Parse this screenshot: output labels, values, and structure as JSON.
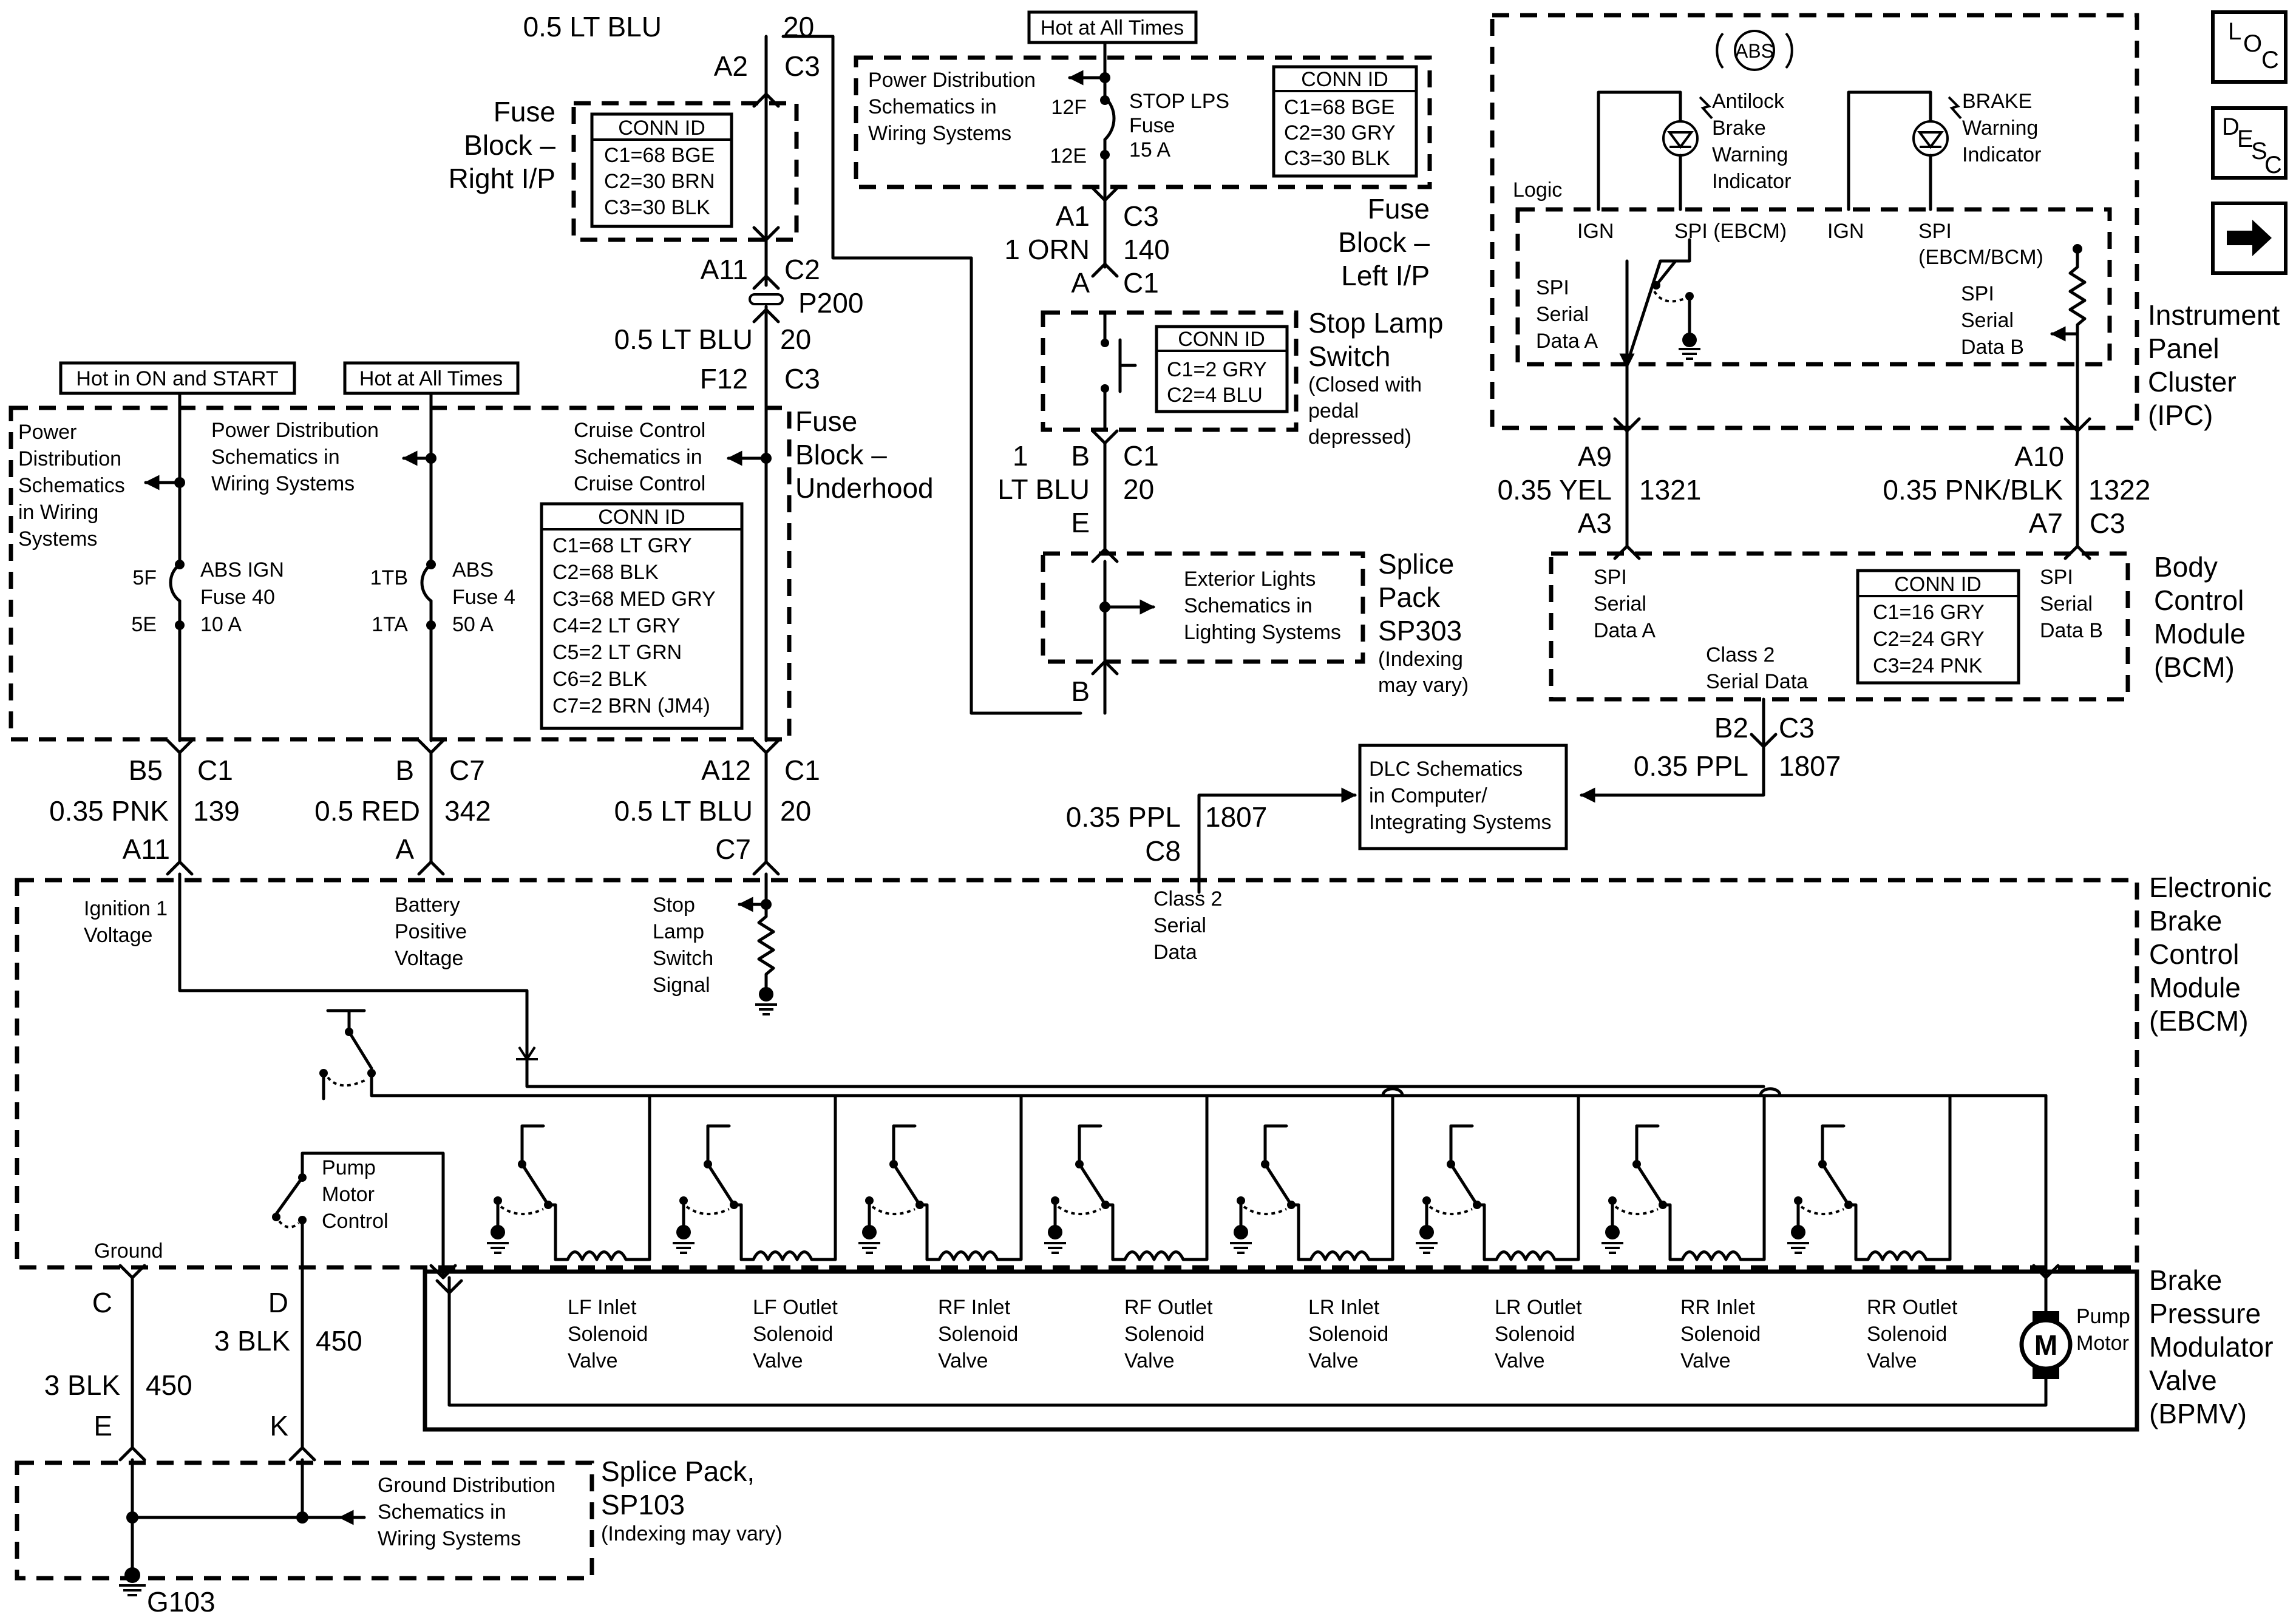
{
  "labels": {
    "wire_top": [
      "0.5 LT BLU",
      "20",
      "A2",
      "C3"
    ],
    "fuse_block_right": [
      "Fuse",
      "Block –",
      "Right I/P"
    ],
    "conn_right_ip": {
      "title": "CONN ID",
      "rows": [
        "C1=68 BGE",
        "C2=30 BRN",
        "C3=30 BLK"
      ]
    },
    "c2_pins": [
      "A11",
      "C2"
    ],
    "p200": "P200",
    "wire_f12": [
      "0.5 LT BLU",
      "20",
      "F12",
      "C3"
    ],
    "fuse_block_underhood": [
      "Fuse",
      "Block –",
      "Underhood"
    ],
    "hot_on_start": "Hot in ON and START",
    "hot_all_times_1": "Hot at All Times",
    "hot_all_times_2": "Hot at All Times",
    "pwr_dist_1": [
      "Power",
      "Distribution",
      "Schematics",
      "in Wiring",
      "Systems"
    ],
    "pwr_dist_2": [
      "Power Distribution",
      "Schematics in",
      "Wiring Systems"
    ],
    "pwr_dist_3": [
      "Power Distribution",
      "Schematics in",
      "Wiring Systems"
    ],
    "cruise_control": [
      "Cruise Control",
      "Schematics in",
      "Cruise Control"
    ],
    "conn_underhood": {
      "title": "CONN ID",
      "rows": [
        "C1=68 LT GRY",
        "C2=68 BLK",
        "C3=68 MED GRY",
        "C4=2 LT GRY",
        "C5=2 LT GRN",
        "C6=2 BLK",
        "C7=2 BRN (JM4)"
      ]
    },
    "fuse_abs_ign": {
      "pins": [
        "5F",
        "5E"
      ],
      "text": [
        "ABS IGN",
        "Fuse 40",
        "10 A"
      ]
    },
    "fuse_abs": {
      "pins": [
        "1TB",
        "1TA"
      ],
      "text": [
        "ABS",
        "Fuse 4",
        "50 A"
      ]
    },
    "stop_lps_fuse": {
      "pins": [
        "12F",
        "12E"
      ],
      "text": [
        "STOP LPS",
        "Fuse",
        "15 A"
      ]
    },
    "conn_left_ip": {
      "title": "CONN ID",
      "rows": [
        "C1=68 BGE",
        "C2=30 GRY",
        "C3=30 BLK"
      ]
    },
    "fuse_block_left": [
      "Fuse",
      "Block –",
      "Left I/P"
    ],
    "wire_orn": [
      "A1",
      "C3",
      "1 ORN",
      "140",
      "A",
      "C1"
    ],
    "stop_lamp_switch": [
      "Stop Lamp",
      "Switch"
    ],
    "stop_lamp_switch_note": [
      "(Closed with",
      "pedal",
      "depressed)"
    ],
    "conn_stop_lamp": {
      "title": "CONN ID",
      "rows": [
        "C1=2 GRY",
        "C2=4 BLU"
      ]
    },
    "wire_lt_blu_1": [
      "1",
      "LT BLU",
      "B",
      "E",
      "C1",
      "20"
    ],
    "exterior_lights": [
      "Exterior Lights",
      "Schematics in",
      "Lighting Systems"
    ],
    "splice_sp303": [
      "Splice",
      "Pack",
      "SP303"
    ],
    "splice_sp303_note": [
      "(Indexing",
      "may vary)"
    ],
    "pin_b_bottom": "B",
    "abs_symbol": "ABS",
    "antilock_indicator": [
      "Antilock",
      "Brake",
      "Warning",
      "Indicator"
    ],
    "brake_indicator": [
      "BRAKE",
      "Warning",
      "Indicator"
    ],
    "logic": "Logic",
    "ipc_ign_1": "IGN",
    "ipc_spi_1": "SPI (EBCM)",
    "ipc_ign_2": "IGN",
    "ipc_spi_2": [
      "SPI",
      "(EBCM/BCM)"
    ],
    "spi_data_a": [
      "SPI",
      "Serial",
      "Data A"
    ],
    "spi_data_b": [
      "SPI",
      "Serial",
      "Data B"
    ],
    "ipc": [
      "Instrument",
      "Panel",
      "Cluster",
      "(IPC)"
    ],
    "loc_icon": [
      "L",
      "O",
      "C"
    ],
    "desc_icon": [
      "D",
      "E",
      "S",
      "C"
    ],
    "wire_a9": [
      "A9",
      "0.35 YEL",
      "1321",
      "A3"
    ],
    "wire_a10": [
      "A10",
      "0.35 PNK/BLK",
      "1322",
      "A7",
      "C3"
    ],
    "bcm_spi_a": [
      "SPI",
      "Serial",
      "Data A"
    ],
    "bcm_spi_b": [
      "SPI",
      "Serial",
      "Data B"
    ],
    "class2_bcm": [
      "Class 2",
      "Serial Data"
    ],
    "conn_bcm": {
      "title": "CONN ID",
      "rows": [
        "C1=16 GRY",
        "C2=24 GRY",
        "C3=24 PNK"
      ]
    },
    "bcm": [
      "Body",
      "Control",
      "Module",
      "(BCM)"
    ],
    "wire_b2": [
      "B2",
      "C3",
      "0.35 PPL",
      "1807"
    ],
    "dlc": [
      "DLC Schematics",
      "in Computer/",
      "Integrating Systems"
    ],
    "wire_c8": [
      "0.35 PPL",
      "1807",
      "C8"
    ],
    "wire_b5": [
      "B5",
      "C1",
      "0.35 PNK",
      "139",
      "A11"
    ],
    "wire_b_c7": [
      "B",
      "C7",
      "0.5 RED",
      "342",
      "A"
    ],
    "wire_a12": [
      "A12",
      "C1",
      "0.5 LT BLU",
      "20",
      "C7"
    ],
    "ebcm_ign1": [
      "Ignition 1",
      "Voltage"
    ],
    "ebcm_batt": [
      "Battery",
      "Positive",
      "Voltage"
    ],
    "ebcm_stop": [
      "Stop",
      "Lamp",
      "Switch",
      "Signal"
    ],
    "ebcm_class2": [
      "Class 2",
      "Serial",
      "Data"
    ],
    "ebcm": [
      "Electronic",
      "Brake",
      "Control",
      "Module",
      "(EBCM)"
    ],
    "pump_motor_control": [
      "Pump",
      "Motor",
      "Control"
    ],
    "ground_label": "Ground",
    "valves": [
      [
        "LF Inlet",
        "Solenoid",
        "Valve"
      ],
      [
        "LF Outlet",
        "Solenoid",
        "Valve"
      ],
      [
        "RF Inlet",
        "Solenoid",
        "Valve"
      ],
      [
        "RF Outlet",
        "Solenoid",
        "Valve"
      ],
      [
        "LR Inlet",
        "Solenoid",
        "Valve"
      ],
      [
        "LR Outlet",
        "Solenoid",
        "Valve"
      ],
      [
        "RR Inlet",
        "Solenoid",
        "Valve"
      ],
      [
        "RR Outlet",
        "Solenoid",
        "Valve"
      ]
    ],
    "pump_motor": [
      "Pump",
      "Motor"
    ],
    "motor_symbol": "M",
    "bpmv": [
      "Brake",
      "Pressure",
      "Modulator",
      "Valve",
      "(BPMV)"
    ],
    "wire_c_ground": [
      "C",
      "3 BLK",
      "450",
      "E"
    ],
    "wire_d_ground": [
      "D",
      "3 BLK",
      "450",
      "K"
    ],
    "ground_dist": [
      "Ground Distribution",
      "Schematics in",
      "Wiring Systems"
    ],
    "splice_sp103": [
      "Splice Pack,",
      "SP103"
    ],
    "splice_sp103_note": "(Indexing may vary)",
    "g103": "G103"
  }
}
